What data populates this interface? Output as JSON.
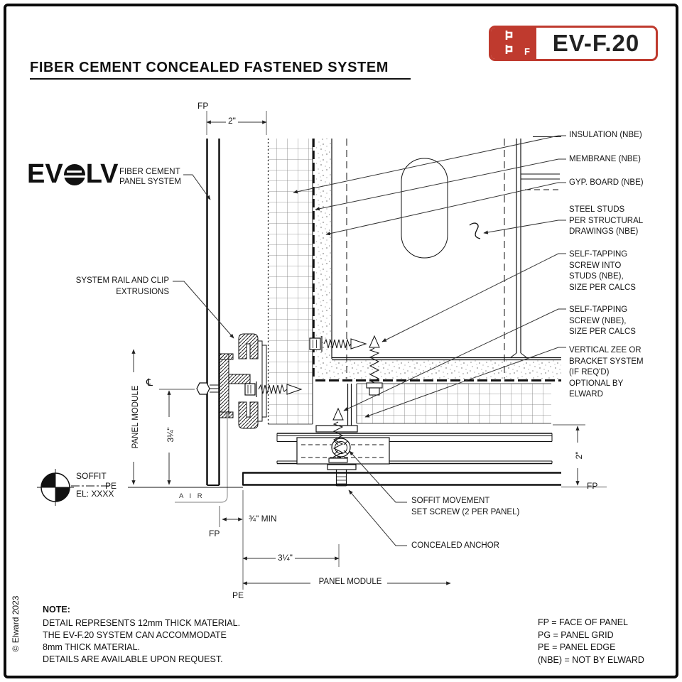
{
  "page": {
    "copyright": "© Elward 2023"
  },
  "header": {
    "title": "FIBER CEMENT CONCEALED FASTENED SYSTEM"
  },
  "badge": {
    "code": "EV-F.20",
    "icon_letter": "F"
  },
  "logo": {
    "pre": "EV",
    "post": "LV",
    "tagline": "FIBER CEMENT\nPANEL SYSTEM"
  },
  "callouts": {
    "system_rail": "SYSTEM RAIL AND CLIP\nEXTRUSIONS",
    "insulation": "INSULATION (NBE)",
    "membrane": "MEMBRANE (NBE)",
    "gyp_board": "GYP. BOARD (NBE)",
    "steel_studs": "STEEL STUDS\nPER STRUCTURAL\nDRAWINGS (NBE)",
    "self_tapping_studs": "SELF-TAPPING\nSCREW INTO\nSTUDS (NBE),\nSIZE PER CALCS",
    "self_tapping": "SELF-TAPPING\nSCREW (NBE),\nSIZE PER CALCS",
    "vertical_zee": "VERTICAL ZEE OR\nBRACKET SYSTEM\n(IF REQ'D)\nOPTIONAL BY\nELWARD",
    "soffit_set_screw": "SOFFIT MOVEMENT\nSET SCREW (2 PER PANEL)",
    "concealed_anchor": "CONCEALED ANCHOR"
  },
  "dimensions": {
    "fp_top": "FP",
    "width_top": "2\"",
    "panel_module_left": "PANEL MODULE",
    "centerline": "℄",
    "offset_left": "3¼\"",
    "pe_left": "PE",
    "soffit": "SOFFIT",
    "soffit_elevation": "EL: XXXX",
    "air": "A I R",
    "fp_bottom": "FP",
    "gap_min": "¾\" MIN",
    "offset_bottom": "3¼\"",
    "panel_module_bottom": "PANEL MODULE",
    "pe_bottom": "PE",
    "depth_right": "2\"",
    "fp_right": "FP"
  },
  "note": {
    "heading": "NOTE:",
    "body": "DETAIL REPRESENTS 12mm THICK MATERIAL.\nTHE EV-F.20 SYSTEM CAN ACCOMMODATE\n8mm THICK MATERIAL.\nDETAILS ARE AVAILABLE UPON REQUEST."
  },
  "legend": {
    "fp": "FP = FACE OF PANEL",
    "pg": "PG = PANEL GRID",
    "pe": "PE = PANEL EDGE",
    "nbe": "(NBE) = NOT BY ELWARD"
  }
}
